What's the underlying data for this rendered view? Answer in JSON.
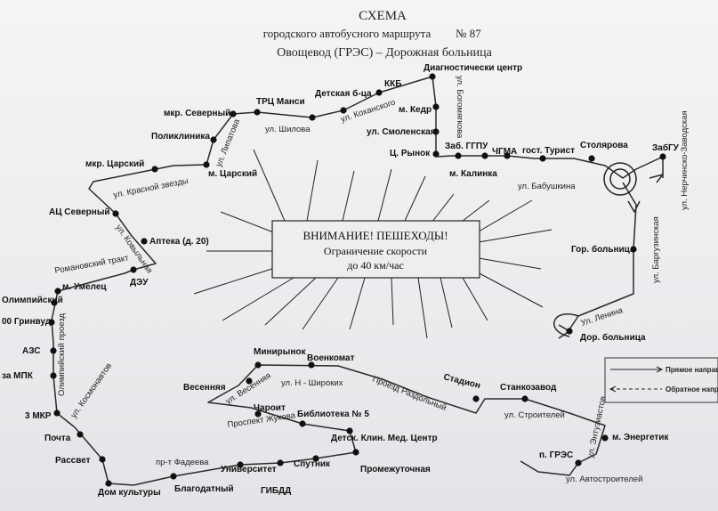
{
  "header": {
    "title": "СХЕМА",
    "subtitle": "городского автобусного маршрута",
    "route_number": "№ 87",
    "route_name": "Овощевод (ГРЭС) – Дорожная больница"
  },
  "warning": {
    "title": "ВНИМАНИЕ! ПЕШЕХОДЫ!",
    "line1": "Ограничение скорости",
    "line2": "до 40 км/час"
  },
  "legend": {
    "forward": "Прямое направле",
    "reverse": "Обратное направле"
  },
  "stops": [
    "Диагностически центр",
    "ККБ",
    "Детская б-ца",
    "ТРЦ Манси",
    "мкр. Северный",
    "Поликлиника",
    "м. Царский",
    "мкр. Царский",
    "АЦ Северный",
    "Аптека (д. 20)",
    "ДЭУ",
    "м. Умелец",
    "Олимпийский",
    "00 Гринвуд",
    "АЗС",
    "за МПК",
    "3 МКР",
    "Почта",
    "Рассвет",
    "Дом культуры",
    "Благодатный",
    "ГИБДД",
    "Университет",
    "Спутник",
    "Промежуточная",
    "Детск. Клин. Мед. Центр",
    "Библиотека № 5",
    "Чароит",
    "Весенняя",
    "Минирынок",
    "Военкомат",
    "Стадион",
    "Станкозавод",
    "м. Энергетик",
    "п. ГРЭС",
    "м. Кедр",
    "ул. Смоленская",
    "Ц. Рынок",
    "Заб. ГГПУ",
    "м. Калинка",
    "ЧГМА",
    "гост. Турист",
    "Столярова",
    "ЗабГУ",
    "Гор. больница",
    "Дор. больница"
  ],
  "streets": [
    "ул. Шилова",
    "ул. Коханского",
    "ул. Богомягкова",
    "ул. Липатова",
    "ул. Красной звезды",
    "ул. Ковыльная",
    "Романовский тракт",
    "Олимпийский проезд",
    "ул. Космонавтов",
    "пр-т Фадеева",
    "Проспект Жукова",
    "ул. Весенняя",
    "ул. Н - Широких",
    "Проезд Раздольный",
    "ул. Строителей",
    "ул. Энтузиастов",
    "ул. Автостроителей",
    "ул. Бабушкина",
    "ул. Нерчинско-Заводская",
    "ул. Баргузинская",
    "Ул. Ленина"
  ]
}
